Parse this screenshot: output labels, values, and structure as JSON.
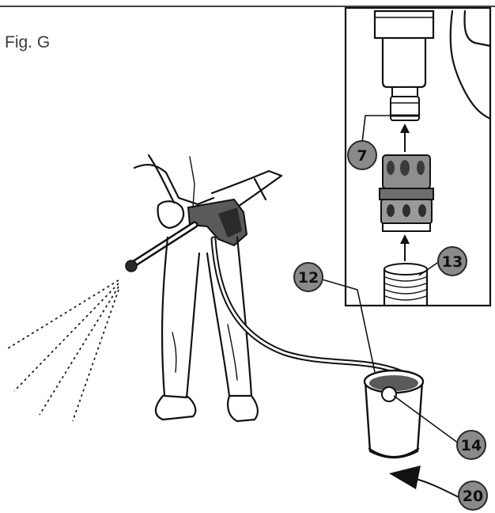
{
  "figure": {
    "title": "Fig. G"
  },
  "callouts": [
    {
      "id": "c7",
      "label": "7"
    },
    {
      "id": "c12",
      "label": "12"
    },
    {
      "id": "c13",
      "label": "13"
    },
    {
      "id": "c14",
      "label": "14"
    },
    {
      "id": "c20",
      "label": "20"
    }
  ],
  "colors": {
    "callout_fill": "#8a8a8a",
    "callout_stroke": "#2a2a2a",
    "line": "#111111",
    "background": "#ffffff"
  }
}
